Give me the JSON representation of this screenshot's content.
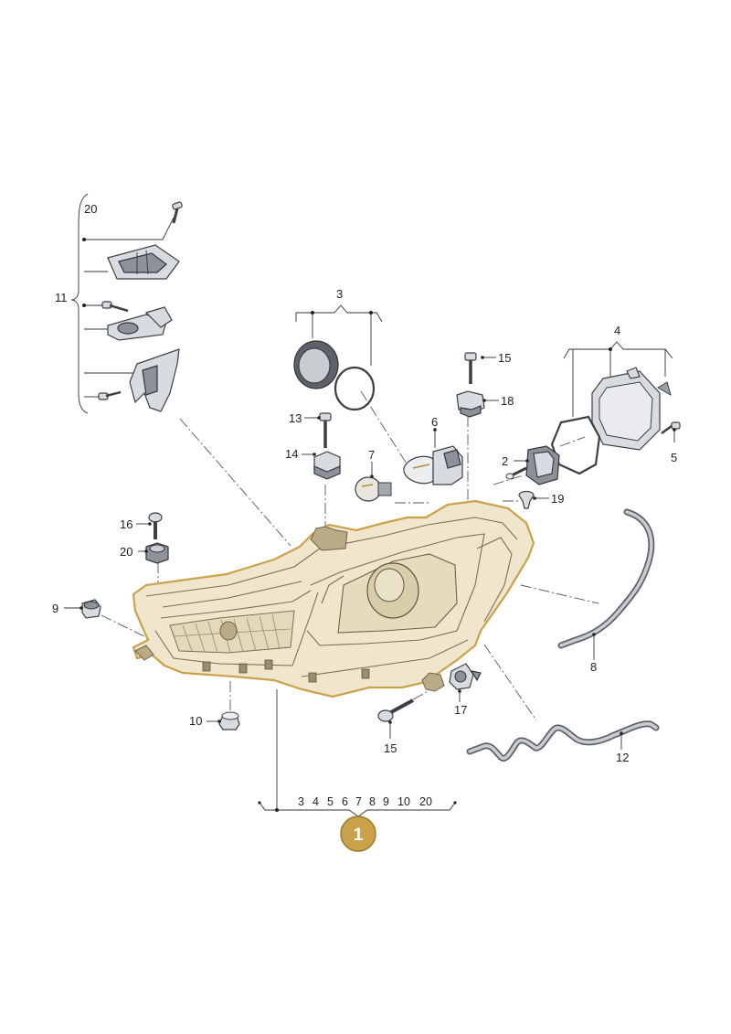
{
  "labels": {
    "l20a": "20",
    "l11": "11",
    "l3": "3",
    "l4": "4",
    "l15a": "15",
    "l18": "18",
    "l13": "13",
    "l6": "6",
    "l14": "14",
    "l7": "7",
    "l2": "2",
    "l5": "5",
    "l19": "19",
    "l16": "16",
    "l20b": "20",
    "l9": "9",
    "l8": "8",
    "l17": "17",
    "l10": "10",
    "l15b": "15",
    "l12": "12"
  },
  "group_row": [
    "3",
    "4",
    "5",
    "6",
    "7",
    "8",
    "9",
    "10",
    "20"
  ],
  "badge": {
    "number": "1",
    "color": "#c9a24a"
  }
}
